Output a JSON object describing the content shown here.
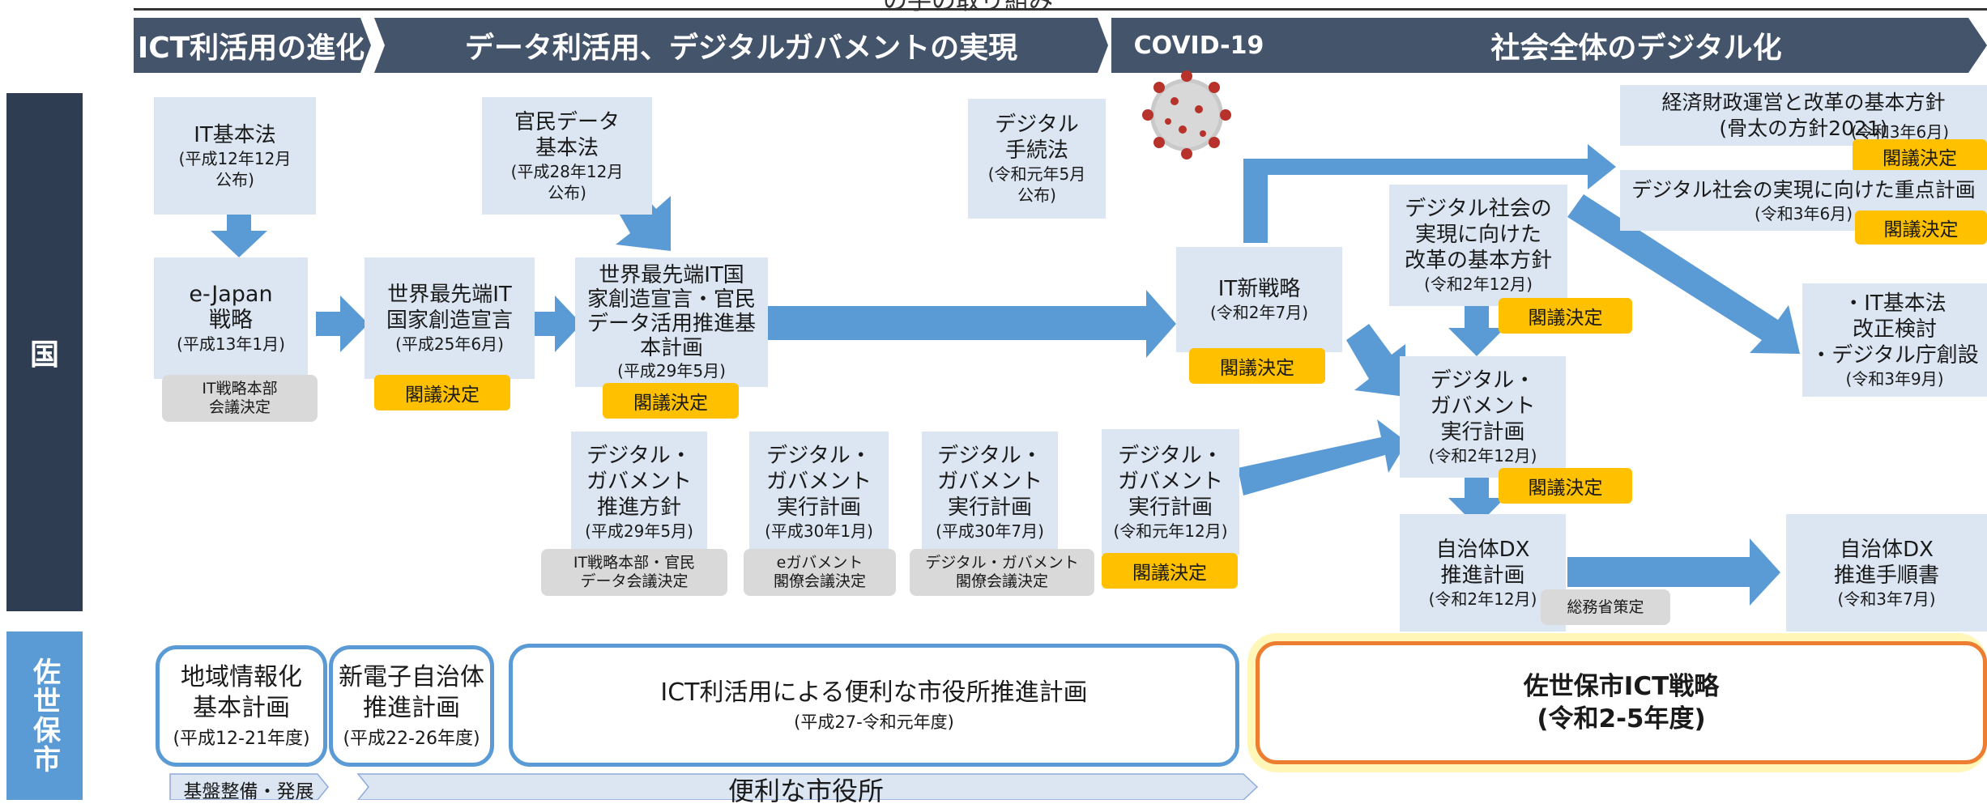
{
  "header": {
    "top_partial_title": "の手の取り組み",
    "phases": [
      "ICT利活用の進化",
      "データ利活用、デジタルガバメントの実現",
      "COVID-19",
      "社会全体のデジタル化"
    ]
  },
  "side_labels": {
    "national": "国",
    "city": "佐世保市"
  },
  "boxes": {
    "it_basic_law": {
      "title": "IT基本法",
      "sub": "(平成12年12月\n公布)"
    },
    "kanmin_data": {
      "title": "官民データ\n基本法",
      "sub": "(平成28年12月\n公布)"
    },
    "digital_tetsuzuki": {
      "title": "デジタル\n手続法",
      "sub": "(令和元年5月\n公布)"
    },
    "e_japan": {
      "title": "e-Japan\n戦略",
      "sub": "(平成13年1月)",
      "tag": "IT戦略本部\n会議決定"
    },
    "sekai_saisentan": {
      "title": "世界最先端IT\n国家創造宣言",
      "sub": "(平成25年6月)",
      "tag": "閣議決定"
    },
    "sekai_kanmin": {
      "title": "世界最先端IT国\n家創造宣言・官民\nデータ活用推進基\n本計画",
      "sub": "(平成29年5月)",
      "tag": "閣議決定"
    },
    "it_shin_senryaku": {
      "title": "IT新戦略",
      "sub": "(令和2年7月)",
      "tag": "閣議決定"
    },
    "honebuto": {
      "title": "経済財政運営と改革の基本方針\n(骨太の方針2021)",
      "sub": "(令和3年6月)",
      "tag": "閣議決定"
    },
    "juten_keikaku": {
      "title": "デジタル社会の実現に向けた重点計画",
      "sub": "(令和3年6月)",
      "tag": "閣議決定"
    },
    "digital_shakai": {
      "title": "デジタル社会の\n実現に向けた\n改革の基本方針",
      "sub": "(令和2年12月)",
      "tag": "閣議決定"
    },
    "it_kaisei": {
      "title": "・IT基本法\n改正検討\n・デジタル庁創設",
      "sub": "(令和3年9月)"
    },
    "dg_jikko_r2": {
      "title": "デジタル・\nガバメント\n実行計画",
      "sub": "(令和2年12月)",
      "tag": "閣議決定"
    },
    "jichitai_dx": {
      "title": "自治体DX\n推進計画",
      "sub": "(令和2年12月)",
      "tag": "総務省策定"
    },
    "jichitai_tejun": {
      "title": "自治体DX\n推進手順書",
      "sub": "(令和3年7月)"
    },
    "dg_suishin": {
      "title": "デジタル・\nガバメント\n推進方針",
      "sub": "(平成29年5月)",
      "tag": "IT戦略本部・官民\nデータ会議決定"
    },
    "dg_jikko_h30_1": {
      "title": "デジタル・\nガバメント\n実行計画",
      "sub": "(平成30年1月)",
      "tag": "eガバメント\n閣僚会議決定"
    },
    "dg_jikko_h30_7": {
      "title": "デジタル・\nガバメント\n実行計画",
      "sub": "(平成30年7月)",
      "tag": "デジタル・ガバメント\n閣僚会議決定"
    },
    "dg_jikko_r1": {
      "title": "デジタル・\nガバメント\n実行計画",
      "sub": "(令和元年12月)",
      "tag": "閣議決定"
    }
  },
  "city": {
    "plan1": {
      "title": "地域情報化\n基本計画",
      "sub": "(平成12-21年度)"
    },
    "plan2": {
      "title": "新電子自治体\n推進計画",
      "sub": "(平成22-26年度)"
    },
    "plan3": {
      "title": "ICT利活用による便利な市役所推進計画",
      "sub": "(平成27-令和元年度)"
    },
    "plan4": {
      "title": "佐世保市ICT戦略\n(令和2-5年度)"
    },
    "bottom_arrow1": "基盤整備・発展",
    "bottom_arrow2": "便利な市役所"
  },
  "colors": {
    "phase_bg": "#44546a",
    "arrow": "#5b9bd5",
    "box_bg": "#dce6f2",
    "tag_yellow": "#ffc000",
    "tag_gray": "#d9d9d9",
    "highlight_orange": "#ed7d31"
  }
}
